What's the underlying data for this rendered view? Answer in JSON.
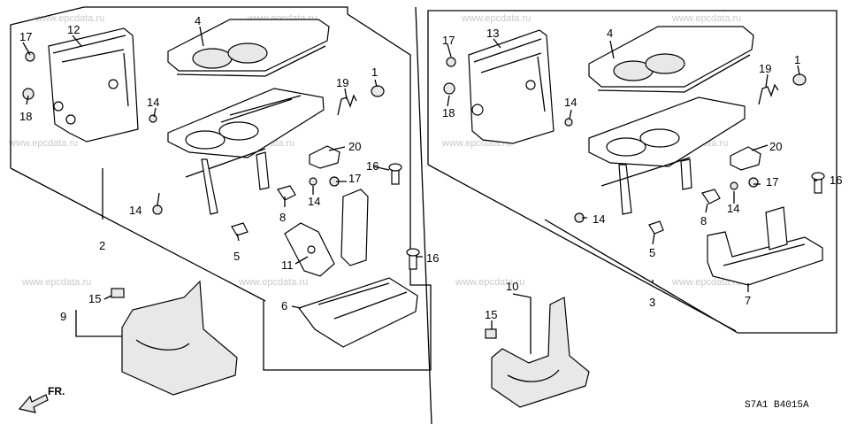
{
  "watermark": "www.epcdata.ru",
  "diagram_code": "S7A1  B4015A",
  "front_label": "FR.",
  "callouts_left": [
    "17",
    "12",
    "4",
    "18",
    "14",
    "19",
    "1",
    "20",
    "16",
    "14",
    "17",
    "14",
    "2",
    "8",
    "5",
    "11",
    "16",
    "6",
    "15",
    "9"
  ],
  "callouts_right": [
    "17",
    "13",
    "4",
    "18",
    "14",
    "19",
    "1",
    "20",
    "16",
    "14",
    "17",
    "14",
    "8",
    "5",
    "3",
    "7",
    "10",
    "15"
  ]
}
